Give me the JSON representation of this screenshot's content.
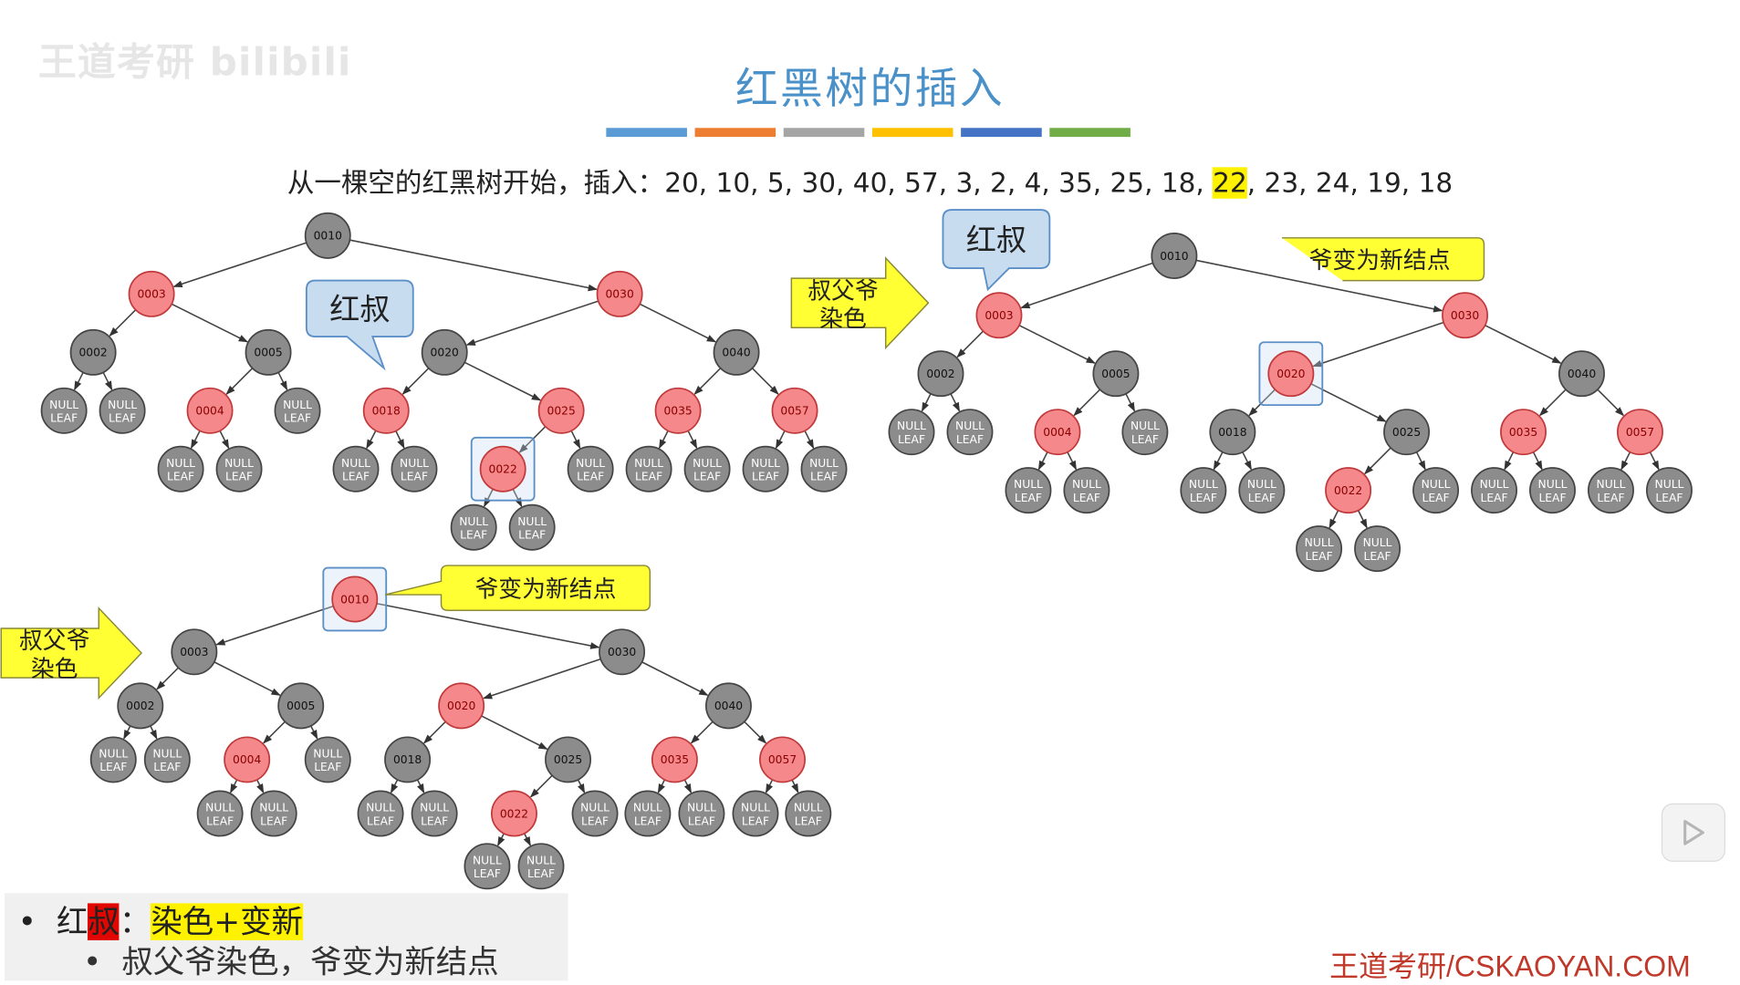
{
  "title": "红黑树的插入",
  "watermark": "王道考研 bilibili",
  "color_bars": [
    "#5b9bd5",
    "#ed7d31",
    "#a5a5a5",
    "#ffc000",
    "#4472c4",
    "#70ad47"
  ],
  "sequence": {
    "prefix": "从一棵空的红黑树开始，插入：",
    "before": "20, 10, 5, 30, 40, 57, 3, 2, 4, 35, 25, 18, ",
    "highlight": "22",
    "after": ", 23, 24, 19, 18"
  },
  "null_label": [
    "NULL",
    "LEAF"
  ],
  "colors": {
    "red_node": "#f4888b",
    "black_node": "#8c8c8c",
    "callout_blue": "#c8dcf0",
    "callout_yellow": "#ffff33"
  },
  "callouts": {
    "red_uncle": "红叔",
    "grandpa_new": "爷变为新结点",
    "recolor_line1": "叔父爷",
    "recolor_line2": "染色"
  },
  "trees": [
    {
      "nodes": [
        {
          "id": "0010",
          "color": "black",
          "parent": null
        },
        {
          "id": "0003",
          "color": "red",
          "parent": "0010"
        },
        {
          "id": "0030",
          "color": "red",
          "parent": "0010"
        },
        {
          "id": "0002",
          "color": "black",
          "parent": "0003"
        },
        {
          "id": "0005",
          "color": "black",
          "parent": "0003"
        },
        {
          "id": "0004",
          "color": "red",
          "parent": "0005"
        },
        {
          "id": "0020",
          "color": "black",
          "parent": "0030"
        },
        {
          "id": "0040",
          "color": "black",
          "parent": "0030"
        },
        {
          "id": "0018",
          "color": "red",
          "parent": "0020"
        },
        {
          "id": "0025",
          "color": "red",
          "parent": "0020"
        },
        {
          "id": "0022",
          "color": "red",
          "parent": "0025"
        },
        {
          "id": "0035",
          "color": "red",
          "parent": "0040"
        },
        {
          "id": "0057",
          "color": "red",
          "parent": "0040"
        }
      ],
      "highlight": "0022"
    },
    {
      "nodes": [
        {
          "id": "0010",
          "color": "black",
          "parent": null
        },
        {
          "id": "0003",
          "color": "red",
          "parent": "0010"
        },
        {
          "id": "0030",
          "color": "red",
          "parent": "0010"
        },
        {
          "id": "0002",
          "color": "black",
          "parent": "0003"
        },
        {
          "id": "0005",
          "color": "black",
          "parent": "0003"
        },
        {
          "id": "0004",
          "color": "red",
          "parent": "0005"
        },
        {
          "id": "0020",
          "color": "red",
          "parent": "0030"
        },
        {
          "id": "0040",
          "color": "black",
          "parent": "0030"
        },
        {
          "id": "0018",
          "color": "black",
          "parent": "0020"
        },
        {
          "id": "0025",
          "color": "black",
          "parent": "0020"
        },
        {
          "id": "0022",
          "color": "red",
          "parent": "0025"
        },
        {
          "id": "0035",
          "color": "red",
          "parent": "0040"
        },
        {
          "id": "0057",
          "color": "red",
          "parent": "0040"
        }
      ],
      "highlight": "0020"
    },
    {
      "nodes": [
        {
          "id": "0010",
          "color": "red",
          "parent": null
        },
        {
          "id": "0003",
          "color": "black",
          "parent": "0010"
        },
        {
          "id": "0030",
          "color": "black",
          "parent": "0010"
        },
        {
          "id": "0002",
          "color": "black",
          "parent": "0003"
        },
        {
          "id": "0005",
          "color": "black",
          "parent": "0003"
        },
        {
          "id": "0004",
          "color": "red",
          "parent": "0005"
        },
        {
          "id": "0020",
          "color": "red",
          "parent": "0030"
        },
        {
          "id": "0040",
          "color": "black",
          "parent": "0030"
        },
        {
          "id": "0018",
          "color": "black",
          "parent": "0020"
        },
        {
          "id": "0025",
          "color": "black",
          "parent": "0020"
        },
        {
          "id": "0022",
          "color": "red",
          "parent": "0025"
        },
        {
          "id": "0035",
          "color": "red",
          "parent": "0040"
        },
        {
          "id": "0057",
          "color": "red",
          "parent": "0040"
        }
      ],
      "highlight": "0010"
    }
  ],
  "bullets": {
    "line1_prefix": "红",
    "line1_red": "叔",
    "line1_colon": "：",
    "line1_highlight": "染色+变新",
    "line2": "叔父爷染色，爷变为新结点"
  },
  "footer": "王道考研/CSKAOYAN.COM"
}
